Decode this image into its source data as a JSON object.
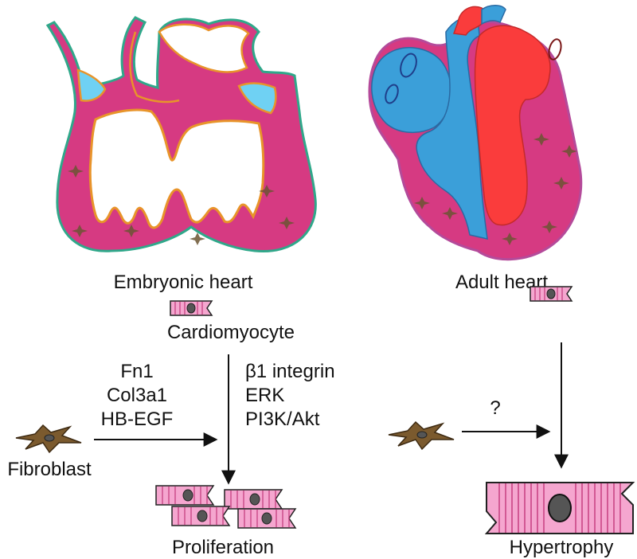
{
  "labels": {
    "embryonic_heart": "Embryonic heart",
    "adult_heart": "Adult heart",
    "cardiomyocyte": "Cardiomyocyte",
    "fibroblast": "Fibroblast",
    "factors": [
      "Fn1",
      "Col3a1",
      "HB-EGF"
    ],
    "pathways": [
      "β1 integrin",
      "ERK",
      "PI3K/Akt"
    ],
    "unknown": "?",
    "proliferation": "Proliferation",
    "hypertrophy": "Hypertrophy"
  },
  "colors": {
    "myocardium": "#d63a82",
    "myocardium_edge": "#2fa88a",
    "endocardium_line": "#e8942a",
    "cushion": "#6fd1f3",
    "venous_blood": "#3b9fd9",
    "arterial_blood": "#fa3c3c",
    "cell_pink": "#f5a6cf",
    "fibroblast": "#7b5a2e",
    "nucleus": "#555555"
  }
}
